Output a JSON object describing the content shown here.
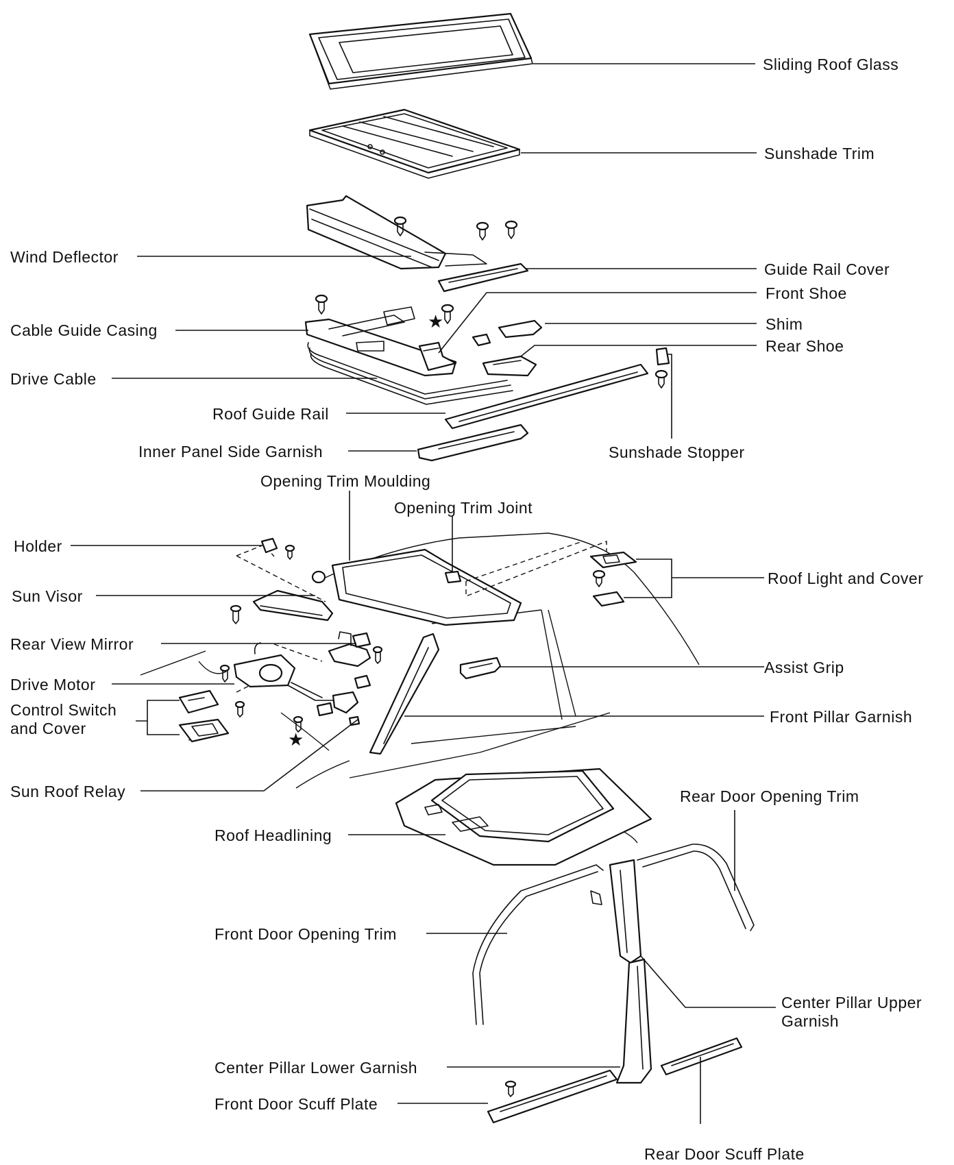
{
  "labels": {
    "sliding_roof_glass": "Sliding Roof Glass",
    "sunshade_trim": "Sunshade Trim",
    "wind_deflector": "Wind Deflector",
    "guide_rail_cover": "Guide Rail Cover",
    "front_shoe": "Front Shoe",
    "cable_guide_casing": "Cable Guide Casing",
    "shim": "Shim",
    "rear_shoe": "Rear Shoe",
    "drive_cable": "Drive Cable",
    "roof_guide_rail": "Roof Guide Rail",
    "inner_panel_side_garnish": "Inner Panel Side Garnish",
    "sunshade_stopper": "Sunshade Stopper",
    "opening_trim_moulding": "Opening Trim Moulding",
    "opening_trim_joint": "Opening Trim Joint",
    "holder": "Holder",
    "roof_light_and_cover": "Roof Light and Cover",
    "sun_visor": "Sun Visor",
    "rear_view_mirror": "Rear View Mirror",
    "assist_grip": "Assist Grip",
    "drive_motor": "Drive Motor",
    "control_switch_line1": "Control Switch",
    "control_switch_line2": "and Cover",
    "front_pillar_garnish": "Front Pillar Garnish",
    "sun_roof_relay": "Sun Roof Relay",
    "rear_door_opening_trim": "Rear Door Opening Trim",
    "roof_headlining": "Roof Headlining",
    "front_door_opening_trim": "Front Door Opening Trim",
    "center_pillar_upper_line1": "Center Pillar Upper",
    "center_pillar_upper_line2": "Garnish",
    "center_pillar_lower_garnish": "Center Pillar Lower Garnish",
    "front_door_scuff_plate": "Front Door Scuff Plate",
    "rear_door_scuff_plate": "Rear Door Scuff Plate"
  },
  "markers": {
    "star": "★"
  }
}
